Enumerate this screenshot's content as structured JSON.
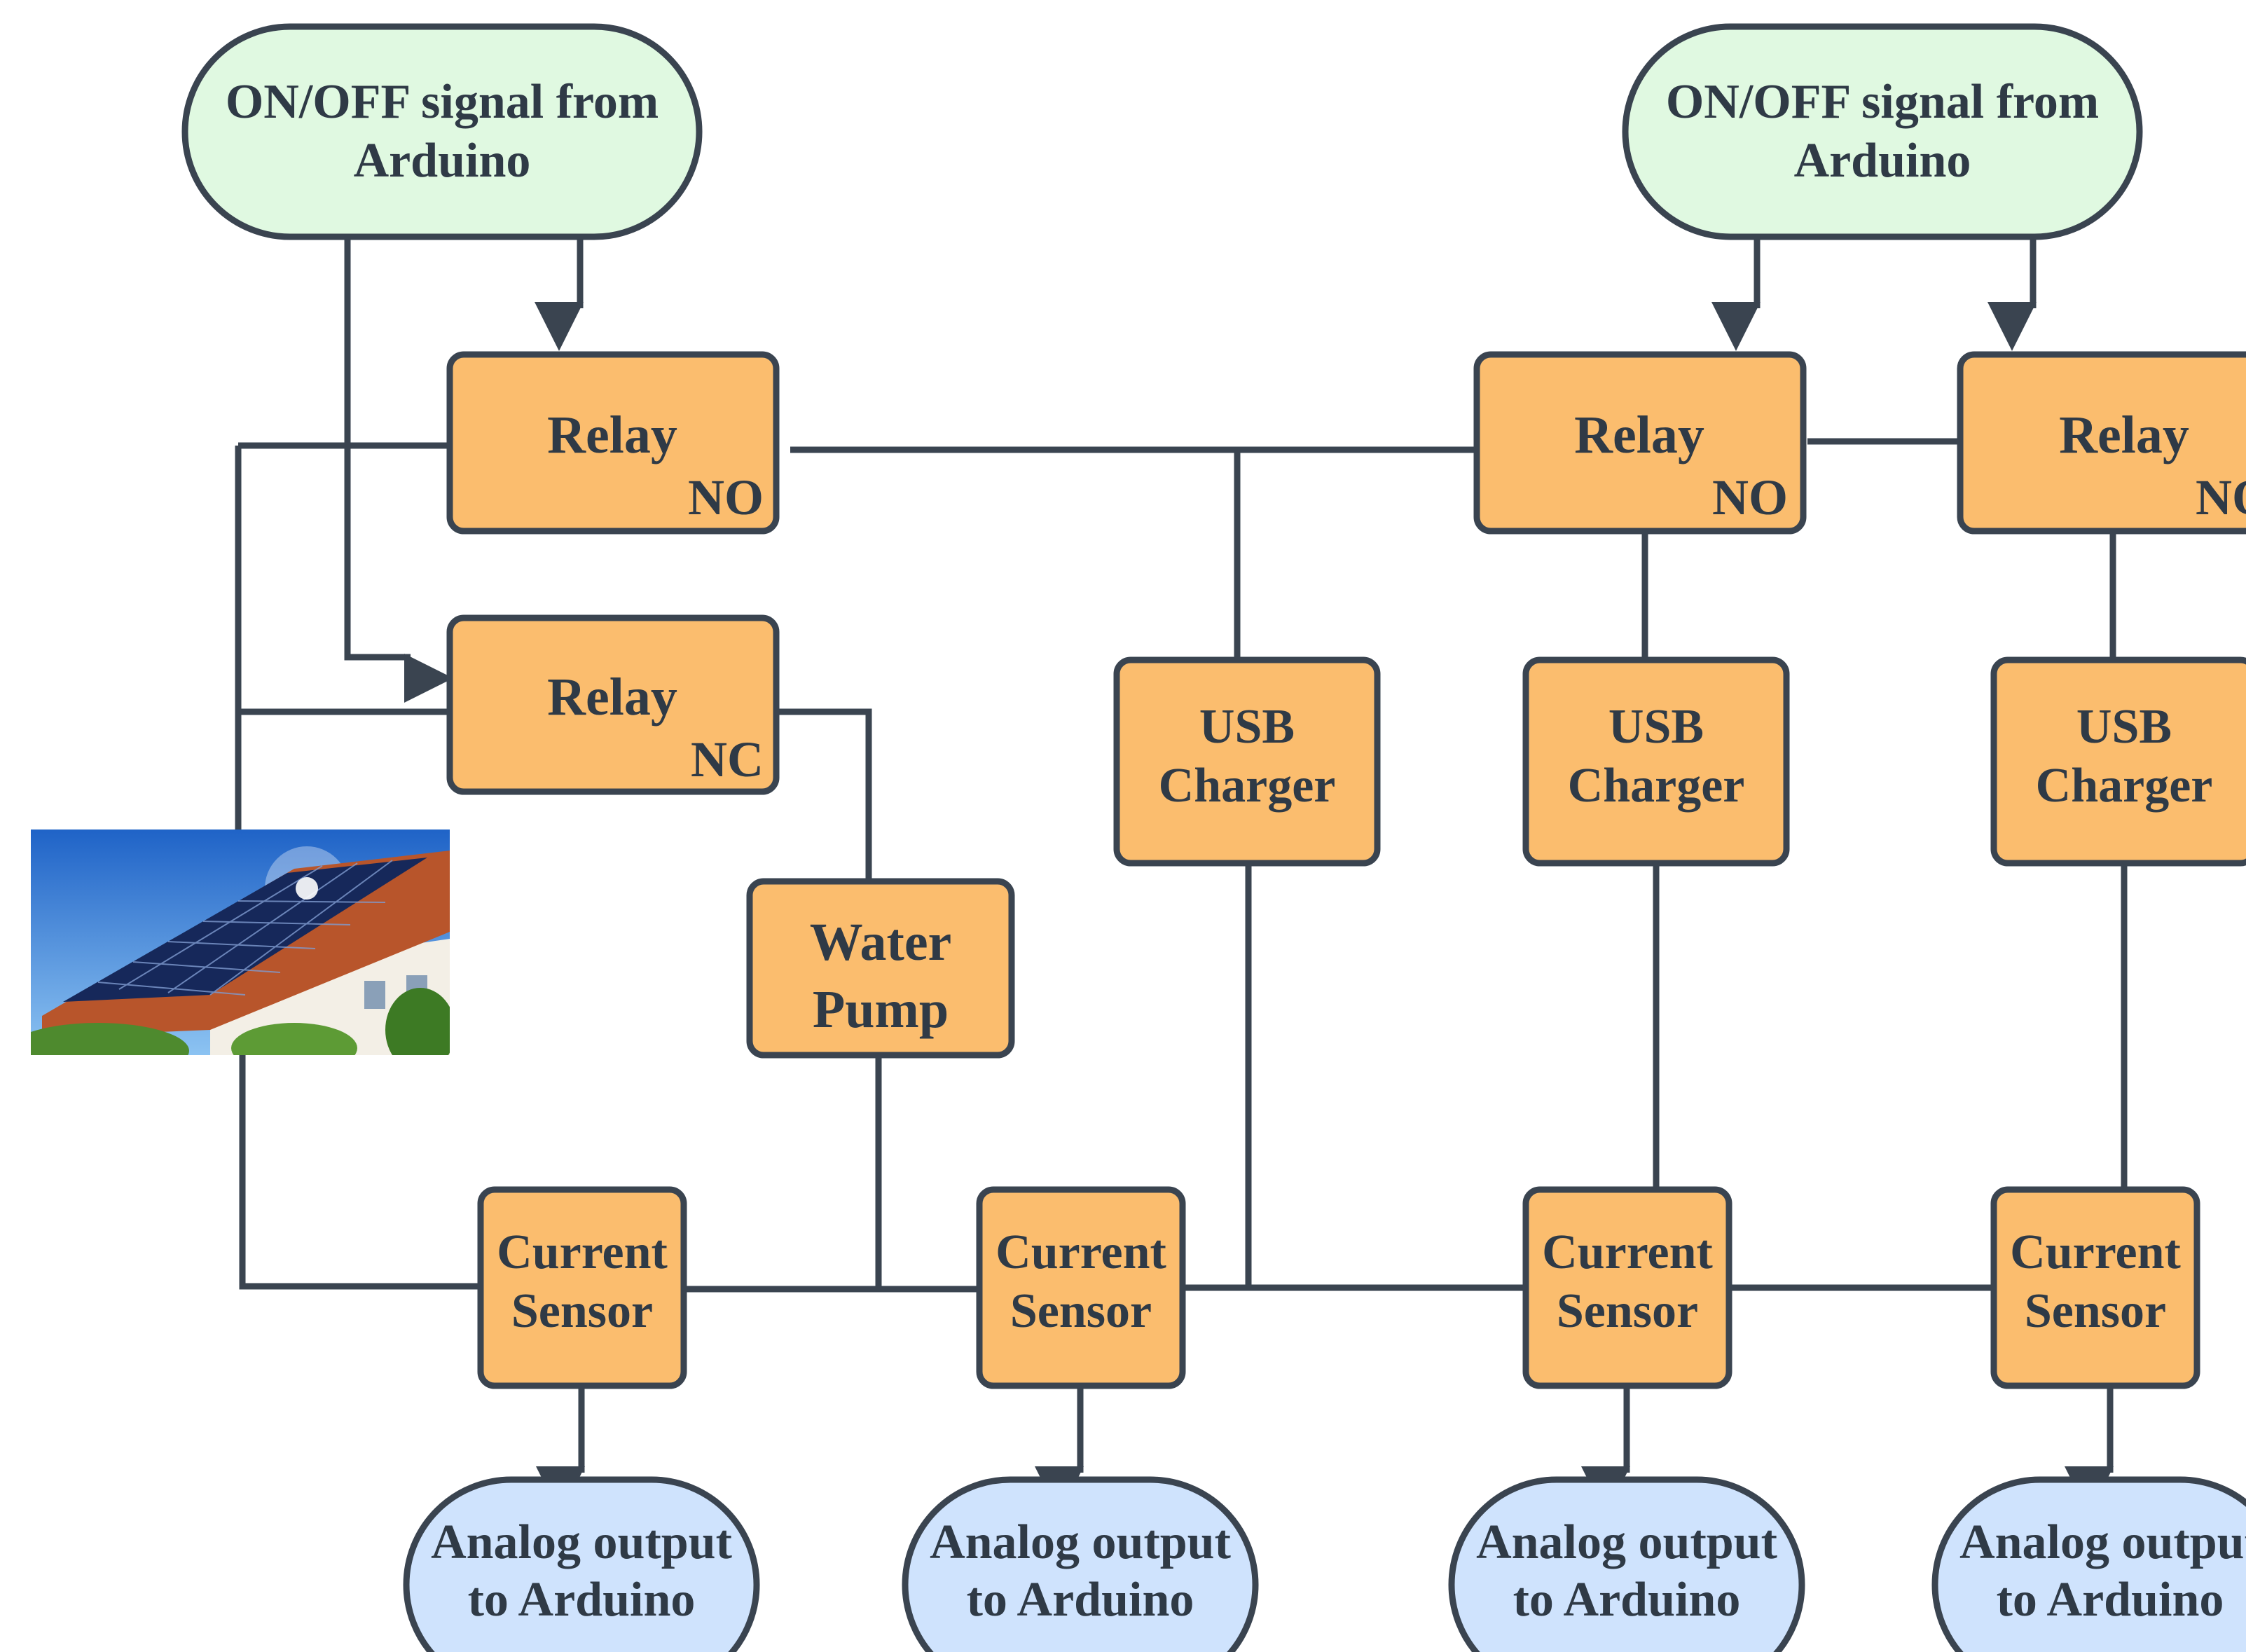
{
  "colors": {
    "line": "#3a4450",
    "block_fill": "#fbbd6e",
    "signal_fill": "#e0f9e1",
    "output_fill": "#cfe3fd",
    "text": "#2f3a46"
  },
  "signal_in": {
    "line1": "ON/OFF signal from",
    "line2": "Arduino"
  },
  "relay": {
    "label": "Relay",
    "no": "NO",
    "nc": "NC"
  },
  "usb_charger": {
    "line1": "USB",
    "line2": "Charger"
  },
  "water_pump": {
    "line1": "Water",
    "line2": "Pump"
  },
  "current_sensor": {
    "line1": "Current",
    "line2": "Sensor"
  },
  "analog_output": {
    "line1": "Analog output",
    "line2": "to Arduino"
  },
  "solar_image": {
    "icon": "solar-panel-house-icon"
  }
}
